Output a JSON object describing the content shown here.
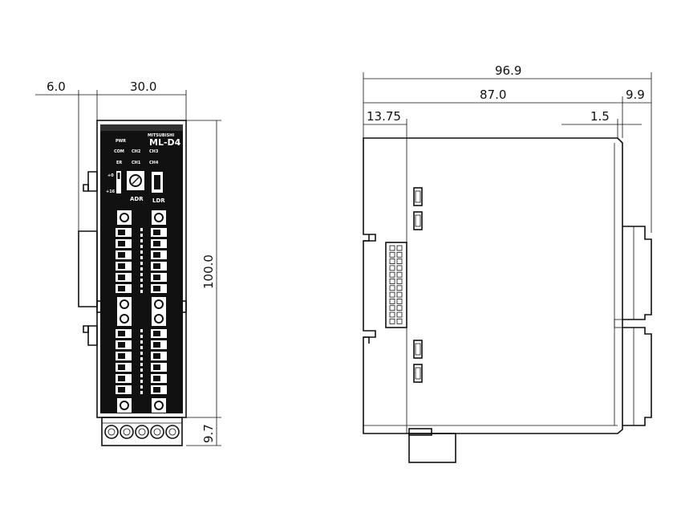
{
  "dimensions": {
    "front_margin": "6.0",
    "front_width": "30.0",
    "front_height": "100.0",
    "front_connector": "9.7",
    "side_total": "96.9",
    "side_body": "87.0",
    "side_left_offset": "13.75",
    "side_small_gap": "1.5",
    "side_connector": "9.9"
  },
  "front_panel": {
    "brand": "MITSUBISHI",
    "model": "ML-D4",
    "indicator_pwr": "PWR",
    "indicator_com": "COM",
    "indicator_ch2": "CH2",
    "indicator_ch3": "CH3",
    "indicator_er": "ER",
    "indicator_ch1": "CH1",
    "indicator_ch4": "CH4",
    "switch_top": "+0",
    "switch_bottom": "+16",
    "adr_label": "ADR",
    "ldr_label": "LDR"
  }
}
